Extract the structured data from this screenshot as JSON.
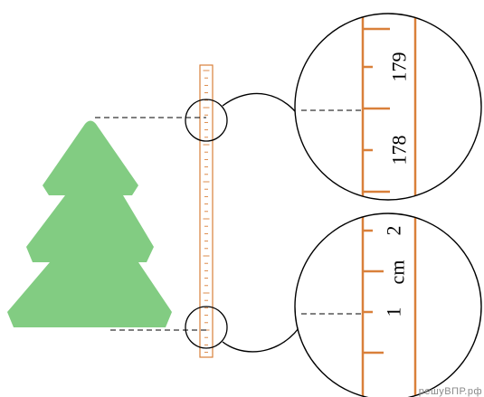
{
  "upper_magnifier": {
    "tick_labels": [
      "179",
      "178"
    ]
  },
  "lower_magnifier": {
    "tick_labels": [
      "2",
      "cm",
      "1"
    ]
  },
  "colors": {
    "tree": "#82cc82",
    "ruler": "#d9803a",
    "line": "#000000"
  },
  "watermark": "решуВПР.рф"
}
